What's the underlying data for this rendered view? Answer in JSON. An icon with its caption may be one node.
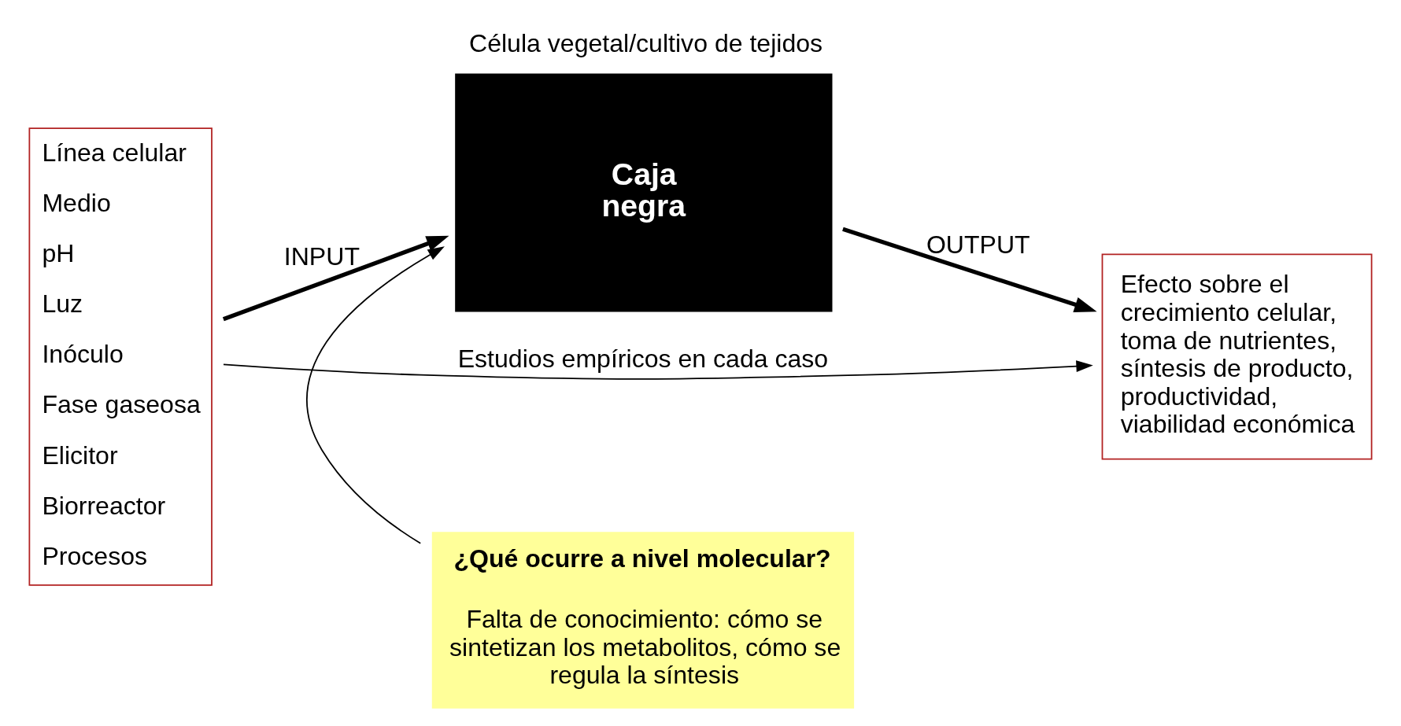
{
  "diagram": {
    "nodes": [
      {
        "text": [
          "Línea celular",
          "Medio",
          "pH",
          "Luz",
          "Inóculo",
          "Fase gaseosa",
          "Elicitor",
          "Biorreactor",
          "Procesos"
        ]
      },
      {
        "text": [
          "Célula vegetal/cultivo de tejidos",
          "Caja negra"
        ]
      },
      {
        "text": [
          "Efecto sobre el crecimiento celular, toma de nutrientes, síntesis de producto, productividad, viabilidad económica"
        ]
      },
      {
        "text": [
          "¿Qué ocurre a nivel molecular?",
          "Falta de conocimiento: cómo se sintetizan los metabolitos, cómo se regula la síntesis"
        ]
      }
    ],
    "edges": [
      {
        "from": 0,
        "to": 2,
        "arrow": "to",
        "label": "Estudios empíricos en cada caso"
      },
      {
        "from": 0,
        "to": 1,
        "arrow": "to",
        "label": "INPUT",
        "style": "thick"
      },
      {
        "from": 1,
        "to": 2,
        "arrow": "to",
        "label": "OUTPUT",
        "style": "thick"
      },
      {
        "from": 3,
        "to": 1,
        "arrow": "to"
      }
    ]
  }
}
